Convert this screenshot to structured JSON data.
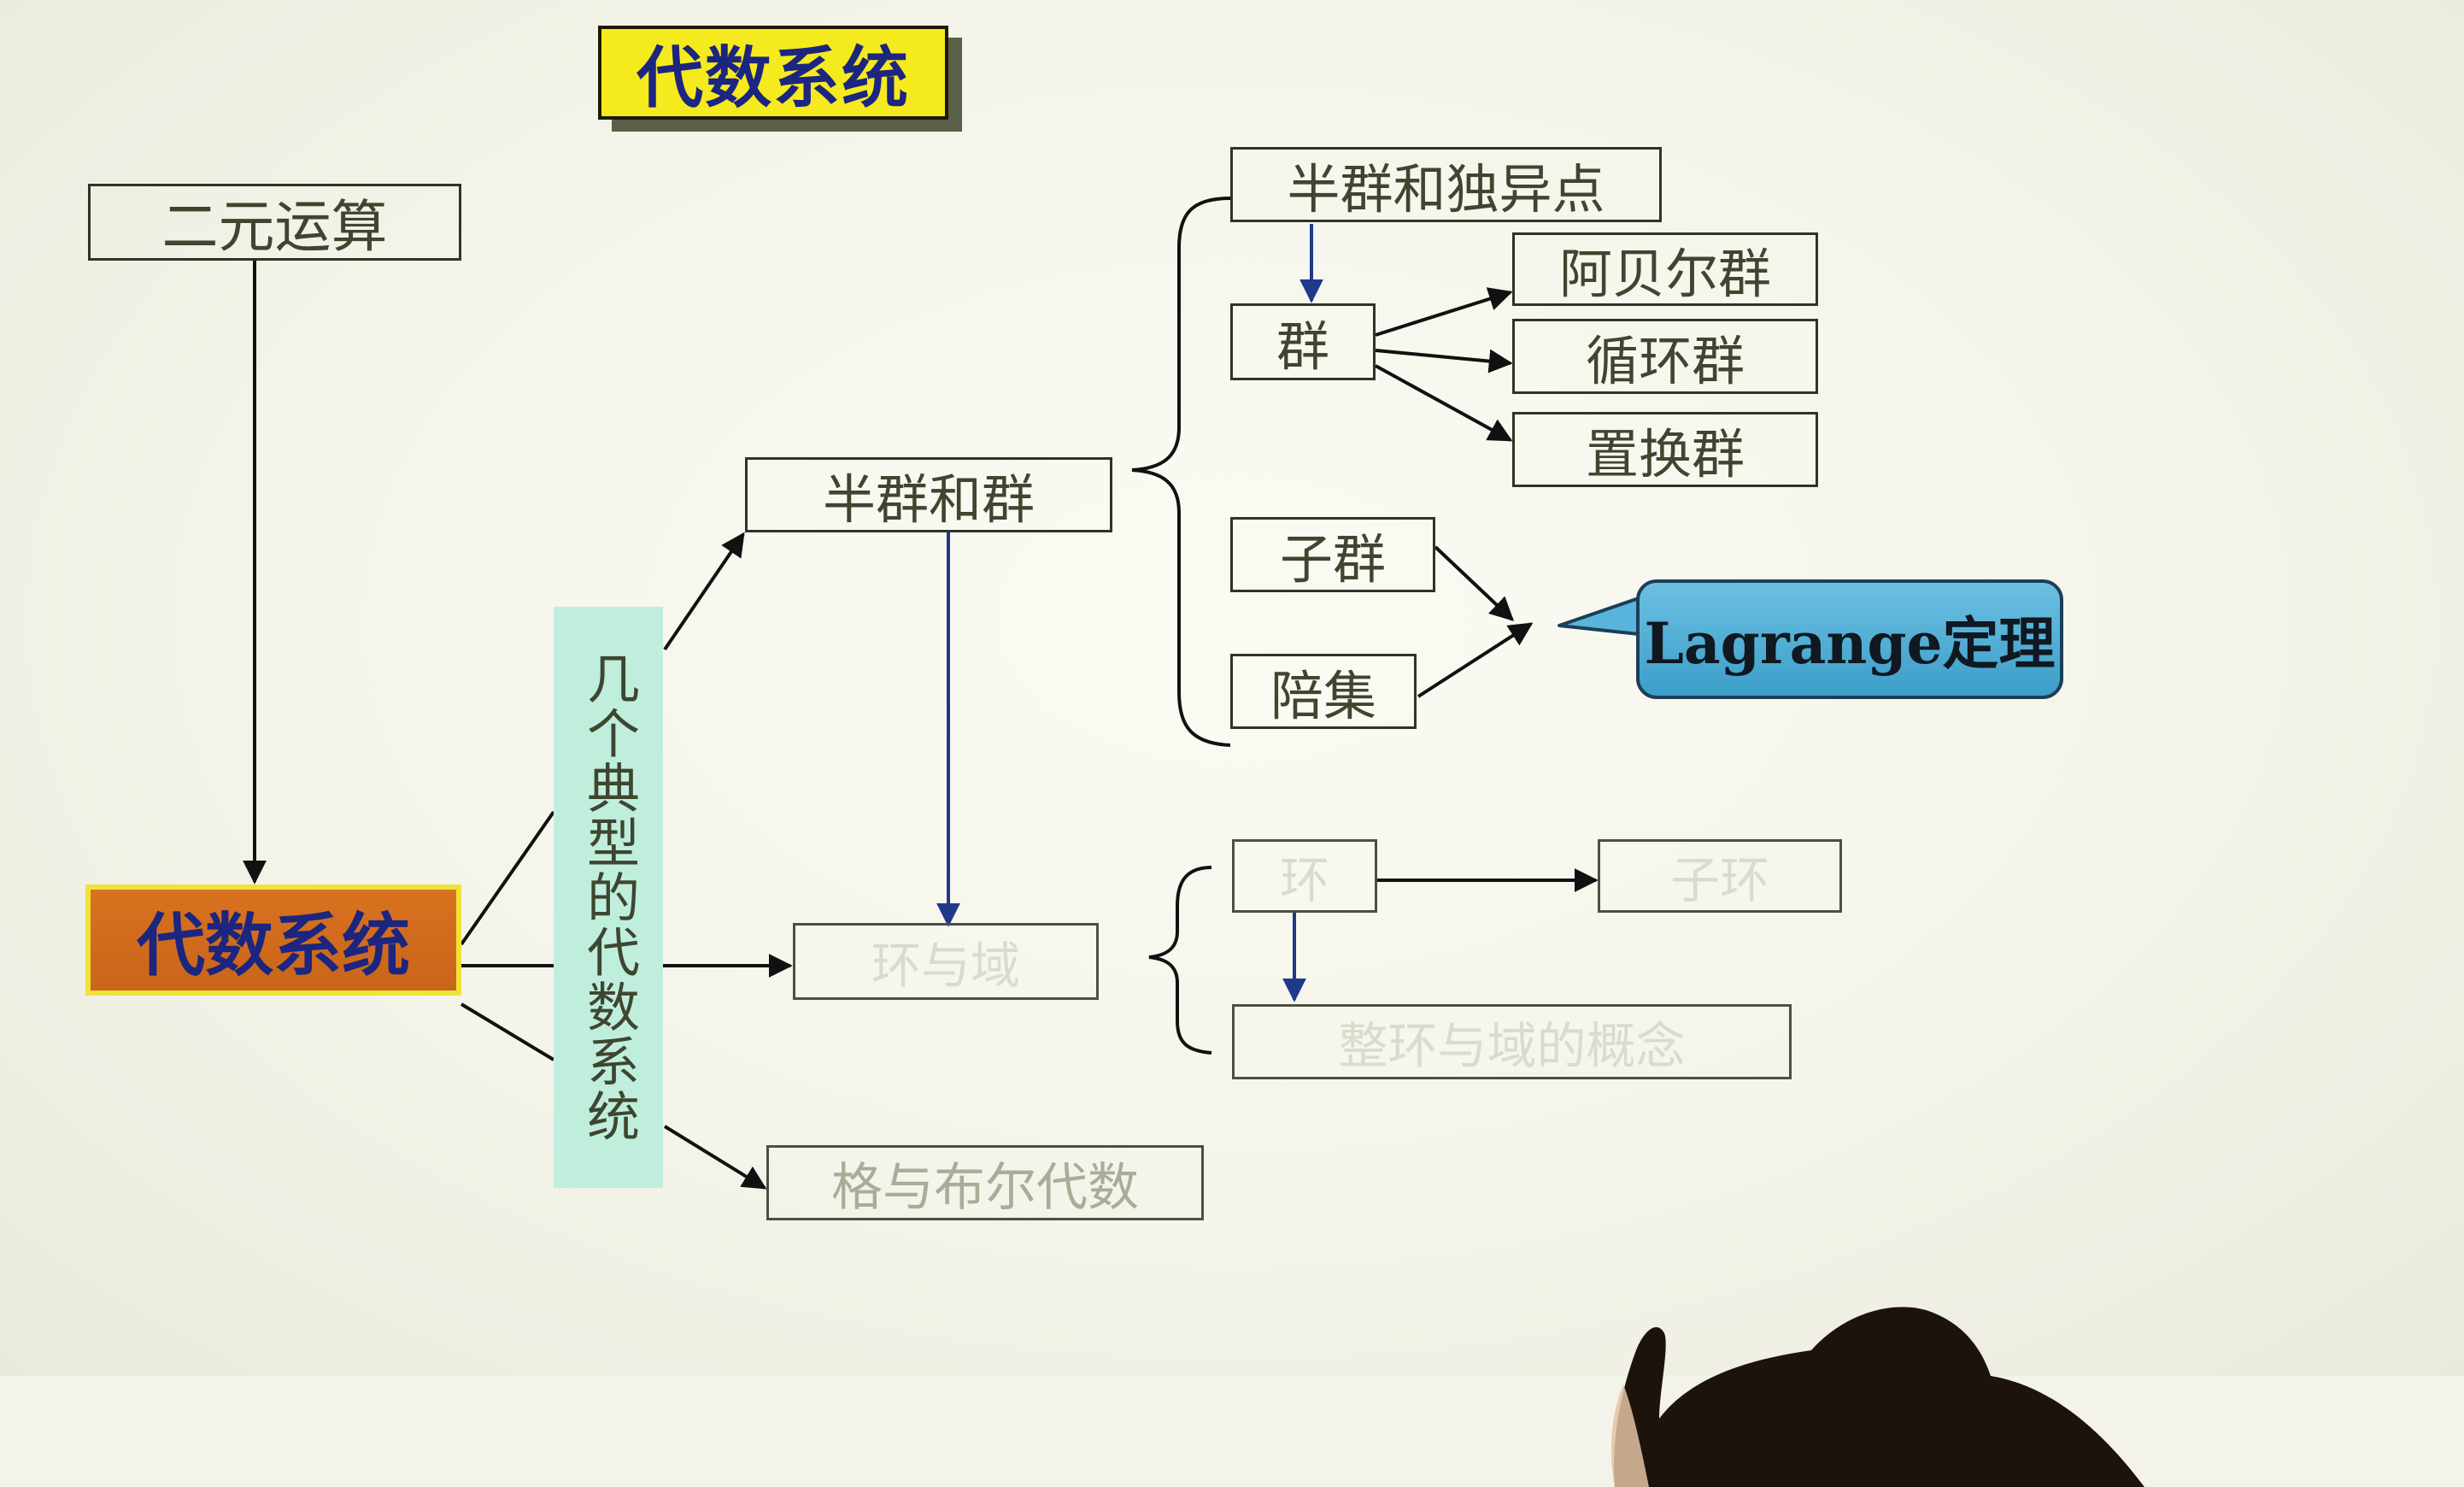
{
  "title": "代数系统",
  "nodes": {
    "binary_operation": "二元运算",
    "central": "代数系统",
    "typical_systems": "几个典型的代数系统",
    "semigroup_and_group": "半群和群",
    "ring_and_field": "环与域",
    "lattice_and_boolean": "格与布尔代数",
    "semigroup_and_identity": "半群和独异点",
    "group": "群",
    "abelian_group": "阿贝尔群",
    "cyclic_group": "循环群",
    "permutation_group": "置换群",
    "subgroup": "子群",
    "coset": "陪集",
    "lagrange": "Lagrange定理",
    "ring": "环",
    "subring": "子环",
    "integral_domain_field": "整环与域的概念"
  },
  "colors": {
    "title_bg": "#f4ea1d",
    "title_text": "#1c2580",
    "central_bg": "#d9721f",
    "central_border": "#efe33a",
    "vertical_bg": "#bfeedd",
    "callout_bg": "#4aaad3",
    "arrow_blue": "#1f3a8a",
    "line_dark": "#111111"
  }
}
